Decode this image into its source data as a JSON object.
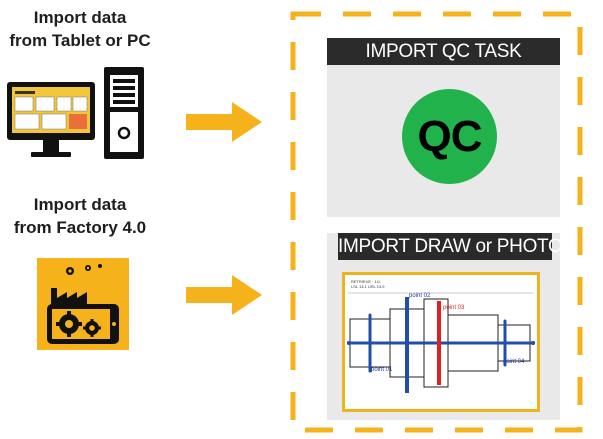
{
  "sources": [
    {
      "line1": "Import data",
      "line2": "from Tablet or PC",
      "icon": "computer-tower-icon"
    },
    {
      "line1": "Import data",
      "line2": "from Factory 4.0",
      "icon": "factory-gears-icon"
    }
  ],
  "targets": {
    "qc": {
      "title": "IMPORT QC TASK",
      "badge": "QC",
      "badge_color": "#22b24c"
    },
    "draw": {
      "title": "IMPORT DRAW or PHOTO",
      "header_line1": "RETRIEVE · 1/1",
      "header_line2": "LSL 13.1 USL 13.9",
      "points": [
        "point 01",
        "point 02",
        "point 03",
        "point 04"
      ]
    }
  },
  "colors": {
    "accent": "#f5b21a",
    "panel_bg": "#e9e9e9",
    "title_bg": "#2a2a2a",
    "drawing_blue": "#1f4fa8",
    "drawing_red": "#e02020"
  }
}
